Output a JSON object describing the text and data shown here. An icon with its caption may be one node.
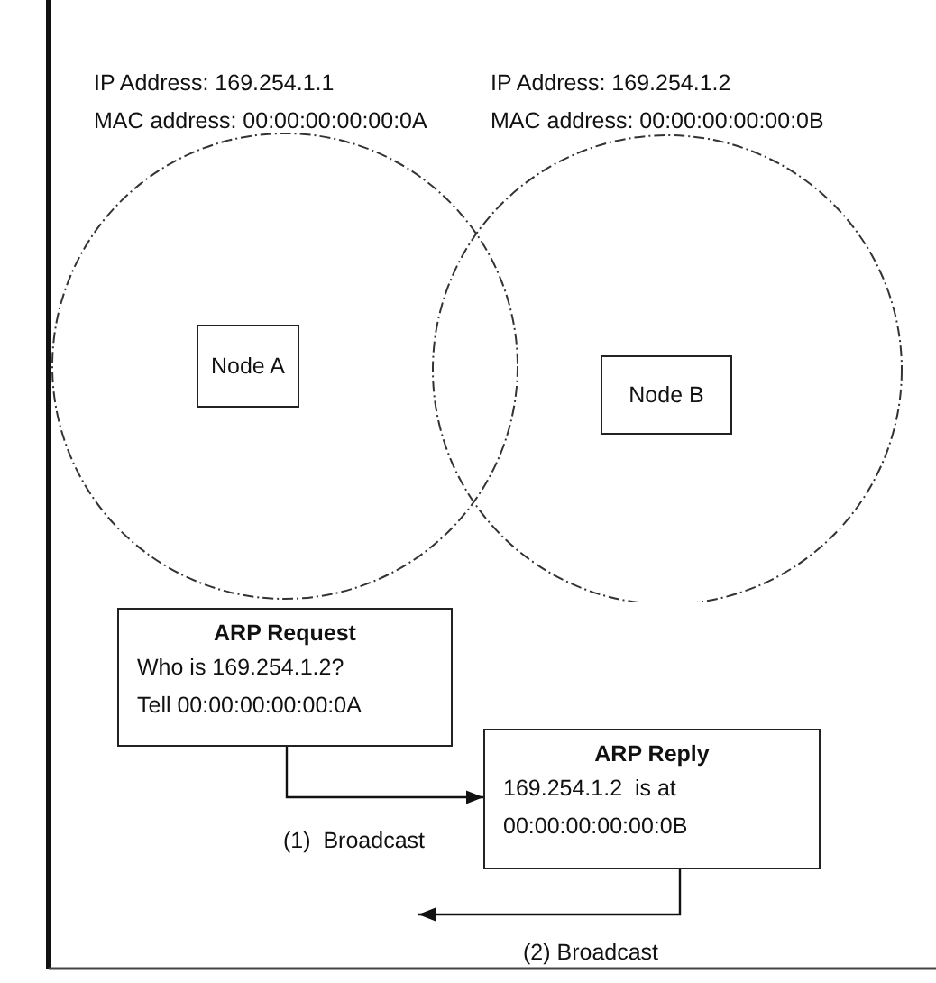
{
  "diagram": {
    "nodes": [
      {
        "text": [
          "IP Address: 169.254.1.1",
          "MAC address: 00:00:00:00:00:0A"
        ]
      },
      {
        "text": [
          "Node A"
        ],
        "in": 0
      },
      {
        "text": [
          "IP Address: 169.254.1.2",
          "MAC address: 00:00:00:00:00:0B"
        ]
      },
      {
        "text": [
          "Node B"
        ],
        "in": 2
      },
      {
        "text": [
          "ARP Request",
          "Who is 169.254.1.2?",
          "Tell 00:00:00:00:00:0A"
        ]
      },
      {
        "text": [
          "ARP Reply",
          "169.254.1.2  is at",
          "00:00:00:00:00:0B"
        ]
      }
    ],
    "edges": [
      {
        "from": 4,
        "to": 5,
        "arrow": "to",
        "label": "(1)  Broadcast"
      },
      {
        "from": 5,
        "to": null,
        "arrow": "to",
        "label": "(2) Broadcast"
      }
    ]
  }
}
